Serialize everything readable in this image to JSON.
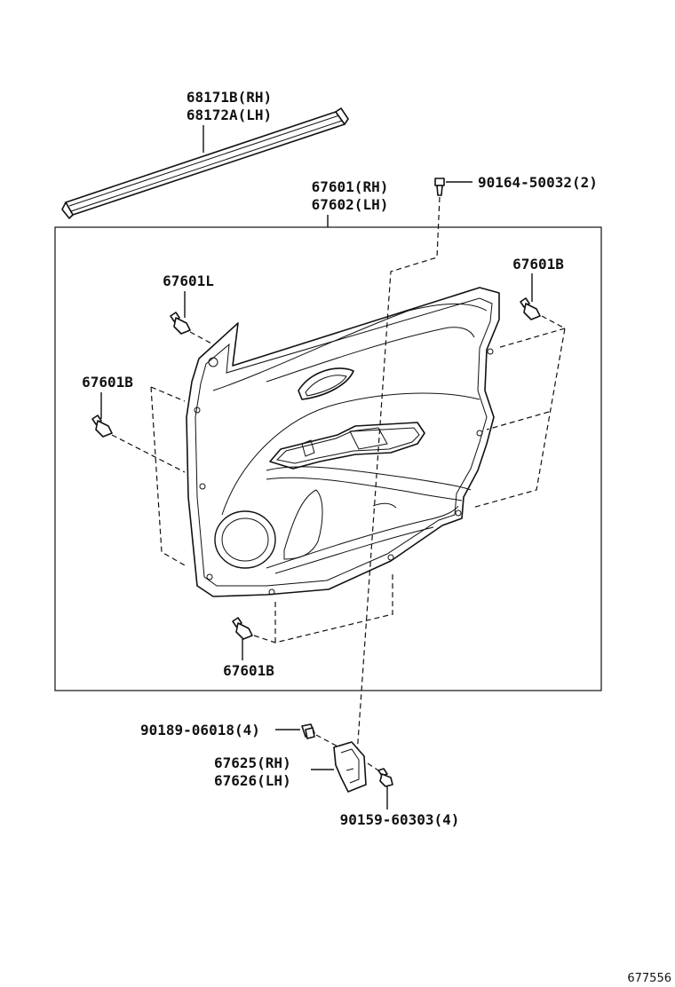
{
  "labels": {
    "weatherstrip_rh": "68171B(RH)",
    "weatherstrip_lh": "68172A(LH)",
    "panel_rh": "67601(RH)",
    "panel_lh": "67602(LH)",
    "screw_top": "90164-50032(2)",
    "clip_l": "67601L",
    "clip_b_upper_right": "67601B",
    "clip_b_left": "67601B",
    "clip_b_bottom": "67601B",
    "nut": "90189-06018(4)",
    "bracket_rh": "67625(RH)",
    "bracket_lh": "67626(LH)",
    "screw_bottom": "90159-60303(4)"
  },
  "reference_code": "677556"
}
